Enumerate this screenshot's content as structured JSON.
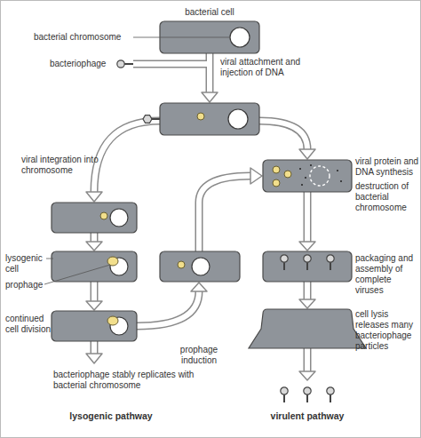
{
  "diagram": {
    "labels": [
      "bacterial cell",
      "bacterial chromosome",
      "bacteriophage",
      "viral attachment and injection of DNA",
      "viral integration into chromosome",
      "viral protein and DNA synthesis",
      "destruction of bacterial chromosome",
      "lysogenic cell",
      "prophage",
      "packaging and assembly of complete viruses",
      "continued cell division",
      "prophage induction",
      "cell lysis releases many bacteriophage particles",
      "bacteriophage stably replicates with bacterial chromosome",
      "lysogenic pathway",
      "virulent pathway"
    ]
  }
}
